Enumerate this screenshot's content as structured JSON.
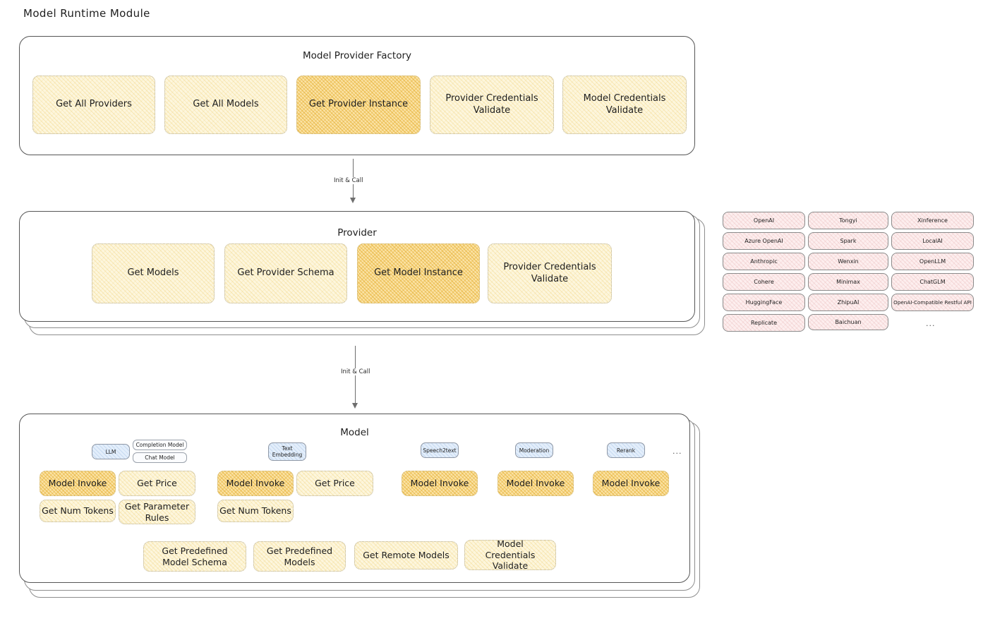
{
  "page": {
    "title": "Model Runtime Module"
  },
  "arrows": [
    {
      "label": "Init & Call"
    },
    {
      "label": "Init & Call"
    }
  ],
  "factory": {
    "title": "Model Provider Factory",
    "nodes": [
      {
        "label": "Get All Providers",
        "highlighted": false
      },
      {
        "label": "Get All Models",
        "highlighted": false
      },
      {
        "label": "Get Provider Instance",
        "highlighted": true
      },
      {
        "label": "Provider Credentials Validate",
        "highlighted": false
      },
      {
        "label": "Model Credentials Validate",
        "highlighted": false
      }
    ]
  },
  "provider": {
    "title": "Provider",
    "nodes": [
      {
        "label": "Get Models",
        "highlighted": false
      },
      {
        "label": "Get Provider Schema",
        "highlighted": false
      },
      {
        "label": "Get Model Instance",
        "highlighted": true
      },
      {
        "label": "Provider Credentials Validate",
        "highlighted": false
      }
    ]
  },
  "provider_list": {
    "columns": [
      {
        "items": [
          "OpenAI",
          "Azure OpenAI",
          "Anthropic",
          "Cohere",
          "HuggingFace",
          "Replicate"
        ]
      },
      {
        "items": [
          "Tongyi",
          "Spark",
          "Wenxin",
          "Minimax",
          "ZhipuAI",
          "Baichuan"
        ]
      },
      {
        "items": [
          "Xinference",
          "LocalAI",
          "OpenLLM",
          "ChatGLM",
          "OpenAI-Compatible Restful API"
        ]
      }
    ],
    "more": "..."
  },
  "model": {
    "title": "Model",
    "more_types": "...",
    "types": [
      {
        "chip": "LLM",
        "sub_chips": [
          "Completion Model",
          "Chat Model"
        ],
        "nodes": [
          {
            "label": "Model Invoke",
            "highlighted": true
          },
          {
            "label": "Get Price",
            "highlighted": false
          },
          {
            "label": "Get Num Tokens",
            "highlighted": false
          },
          {
            "label": "Get Parameter Rules",
            "highlighted": false
          }
        ]
      },
      {
        "chip": "Text Embedding",
        "sub_chips": [],
        "nodes": [
          {
            "label": "Model Invoke",
            "highlighted": true
          },
          {
            "label": "Get Price",
            "highlighted": false
          },
          {
            "label": "Get Num Tokens",
            "highlighted": false
          }
        ]
      },
      {
        "chip": "Speech2text",
        "sub_chips": [],
        "nodes": [
          {
            "label": "Model Invoke",
            "highlighted": true
          }
        ]
      },
      {
        "chip": "Moderation",
        "sub_chips": [],
        "nodes": [
          {
            "label": "Model Invoke",
            "highlighted": true
          }
        ]
      },
      {
        "chip": "Rerank",
        "sub_chips": [],
        "nodes": [
          {
            "label": "Model Invoke",
            "highlighted": true
          }
        ]
      }
    ],
    "common_nodes": [
      {
        "label": "Get Predefined Model Schema"
      },
      {
        "label": "Get Predefined Models"
      },
      {
        "label": "Get Remote Models"
      },
      {
        "label": "Model Credentials Validate"
      }
    ]
  },
  "colors": {
    "node_fill": "#fdf6dd",
    "node_fill_highlight": "#fbe3a6",
    "chip_blue": "#e3eefb",
    "chip_pink": "#fdeeee",
    "card_border": "#565656",
    "arrow": "#6e6e6e"
  }
}
